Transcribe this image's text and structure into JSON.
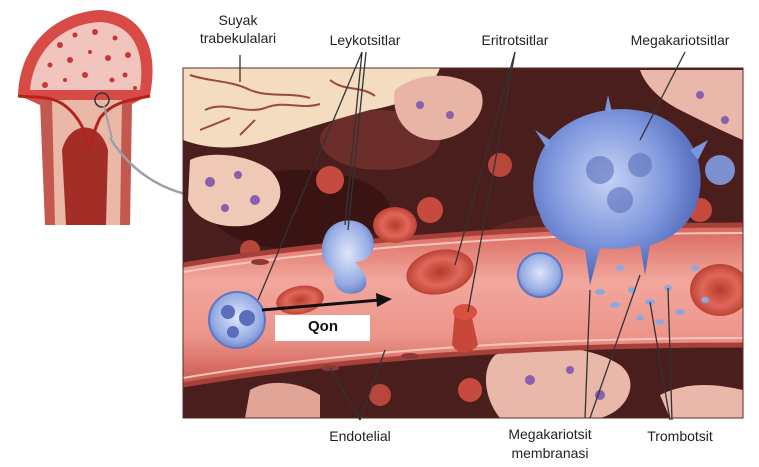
{
  "labels": {
    "suyak_line1": "Suyak",
    "suyak_line2": "trabekulalari",
    "leykotsitlar": "Leykotsitlar",
    "eritrotsitlar": "Eritrotsitlar",
    "megakariotsitlar": "Megakariotsitlar",
    "endotelial": "Endotelial",
    "membrana_line1": "Megakariotsit",
    "membrana_line2": "membranasi",
    "trombotsit": "Trombotsit",
    "qon": "Qon"
  },
  "colors": {
    "vessel": "#e88a80",
    "vessel_edge": "#c4574f",
    "marrow_dark": "#4a1e1c",
    "trabecula": "#f3dcc0",
    "leukocyte": "#8fa7e0",
    "erythrocyte": "#d9503f",
    "megakaryocyte": "#7d95dc",
    "bone_red": "#c2322c"
  }
}
